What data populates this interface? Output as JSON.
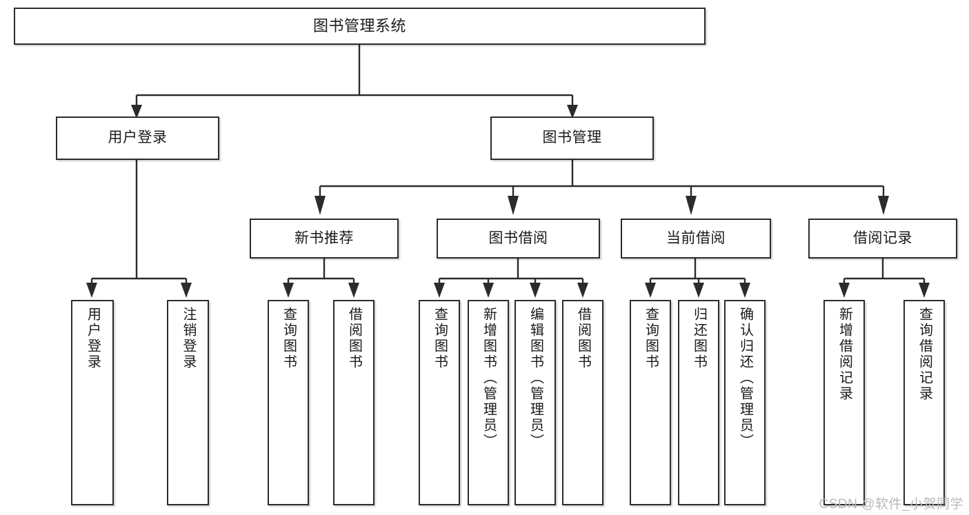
{
  "diagram": {
    "type": "tree",
    "title": "图书管理系统",
    "watermark": "CSDN @软件_小贺同学",
    "colors": {
      "box_border": "#2b2b2b",
      "box_fill": "#ffffff",
      "connector": "#2b2b2b",
      "text": "#1a1a1a",
      "watermark": "#b9b9b9"
    },
    "nodes": {
      "root": {
        "label": "图书管理系统"
      },
      "level2": [
        {
          "label": "用户登录"
        },
        {
          "label": "图书管理"
        }
      ],
      "level3": [
        {
          "label": "新书推荐"
        },
        {
          "label": "图书借阅"
        },
        {
          "label": "当前借阅"
        },
        {
          "label": "借阅记录"
        }
      ],
      "leaves": {
        "user_login": [
          {
            "label": "用户登录"
          },
          {
            "label": "注销登录"
          }
        ],
        "new_book": [
          {
            "label": "查询图书"
          },
          {
            "label": "借阅图书"
          }
        ],
        "book_borrow": [
          {
            "label": "查询图书"
          },
          {
            "label": "新增图书（管理员）"
          },
          {
            "label": "编辑图书（管理员）"
          },
          {
            "label": "借阅图书"
          }
        ],
        "current_borrow": [
          {
            "label": "查询图书"
          },
          {
            "label": "归还图书"
          },
          {
            "label": "确认归还（管理员）"
          }
        ],
        "borrow_record": [
          {
            "label": "新增借阅记录"
          },
          {
            "label": "查询借阅记录"
          }
        ]
      }
    }
  }
}
